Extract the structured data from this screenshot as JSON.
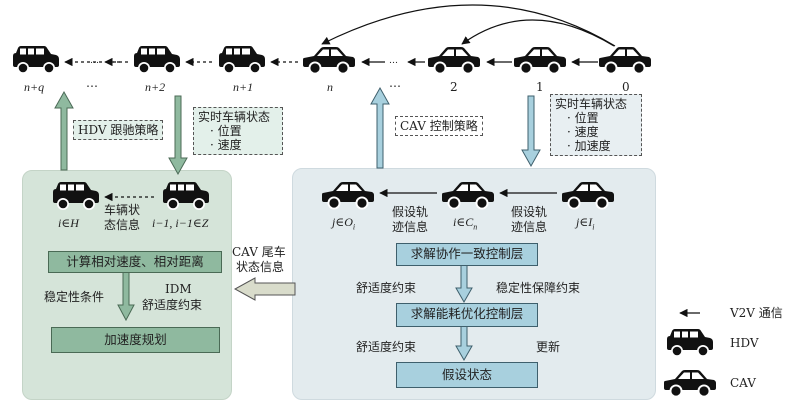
{
  "vehicle_row": {
    "labels": {
      "n_plus_q": "n+q",
      "dots_left": "…",
      "n_plus_2": "n+2",
      "n_plus_1": "n+1",
      "n": "n",
      "dots_right": "…",
      "v2": "2",
      "v1": "1",
      "v0": "0"
    },
    "inline_dots": [
      "…",
      "…",
      "…"
    ]
  },
  "callouts": {
    "hdv_strategy": "HDV 跟驰策略",
    "hdv_state": {
      "title": "实时车辆状态",
      "items": [
        "· 位置",
        "· 速度"
      ]
    },
    "cav_strategy": "CAV 控制策略",
    "cav_state": {
      "title": "实时车辆状态",
      "items": [
        "· 位置",
        "· 速度",
        "· 加速度"
      ]
    }
  },
  "hdv_panel": {
    "vehicle_left_label": "i∈H",
    "vehicle_right_label": "i−1, i−1∈Z",
    "info_label_line1": "车辆状",
    "info_label_line2": "态信息",
    "box_compute": "计算相对速度、相对距离",
    "stability_label": "稳定性条件",
    "idm_label": "IDM",
    "comfort_label": "舒适度约束",
    "box_accel": "加速度规划"
  },
  "middle": {
    "cav_tail_line1": "CAV 尾车",
    "cav_tail_line2": "状态信息"
  },
  "cav_panel": {
    "vehicle_left_label": "j∈O",
    "vehicle_left_sub": "i",
    "vehicle_mid_label": "i∈C",
    "vehicle_mid_sub": "n",
    "vehicle_right_label": "j∈I",
    "vehicle_right_sub": "i",
    "traj_left_line1": "假设轨",
    "traj_left_line2": "迹信息",
    "traj_right_line1": "假设轨",
    "traj_right_line2": "迹信息",
    "box_consensus": "求解协作一致控制层",
    "comfort1": "舒适度约束",
    "stability_guarantee": "稳定性保障约束",
    "box_energy": "求解能耗优化控制层",
    "comfort2": "舒适度约束",
    "update": "更新",
    "box_assumed": "假设状态"
  },
  "legend": {
    "v2v": "V2V 通信",
    "hdv": "HDV",
    "cav": "CAV"
  },
  "colors": {
    "hdv_panel_bg": "#d5e4d9",
    "cav_panel_bg": "#e3ebee",
    "hdv_box": "#8fb99f",
    "cav_box": "#a8d0de",
    "hdv_arrow": "#8fb99f",
    "cav_arrow": "#a8d0de",
    "tail_arrow": "#d9dccb",
    "vehicle": "#111111"
  }
}
